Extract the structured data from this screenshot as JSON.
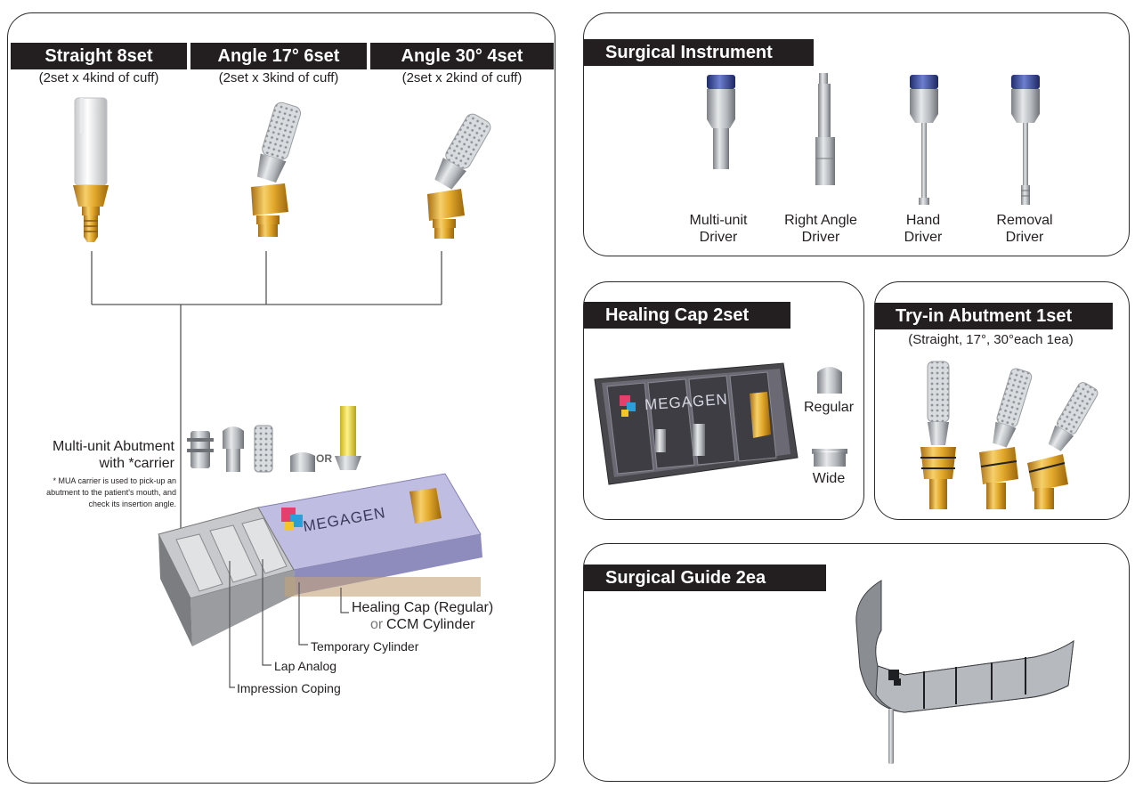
{
  "left_panel": {
    "headers": [
      "Straight 8set",
      "Angle 17° 6set",
      "Angle 30° 4set"
    ],
    "subheaders": [
      "(2set x 4kind of cuff)",
      "(2set x 3kind of cuff)",
      "(2set x 2kind of cuff)"
    ],
    "mua_title_line1": "Multi-unit Abutment",
    "mua_title_line2": "with *carrier",
    "mua_note": "* MUA carrier is used to pick-up an abutment to the patient's mouth, and check its insertion angle.",
    "or_text": "OR",
    "callouts": {
      "healing_line1": "Healing Cap (Regular)",
      "healing_or": "or",
      "healing_line2": "CCM Cylinder",
      "temporary": "Temporary Cylinder",
      "lap_analog": "Lap Analog",
      "impression": "Impression Coping"
    },
    "box_brand": "MEGAGEN"
  },
  "surgical_instrument": {
    "title": "Surgical Instrument",
    "items": [
      {
        "line1": "Multi-unit",
        "line2": "Driver"
      },
      {
        "line1": "Right Angle",
        "line2": "Driver"
      },
      {
        "line1": "Hand",
        "line2": "Driver"
      },
      {
        "line1": "Removal",
        "line2": "Driver"
      }
    ]
  },
  "healing_cap": {
    "title": "Healing Cap 2set",
    "regular": "Regular",
    "wide": "Wide",
    "box_brand": "MEGAGEN"
  },
  "tryin": {
    "title": "Try-in Abutment 1set",
    "subtitle": "(Straight, 17°, 30°each 1ea)"
  },
  "surgical_guide": {
    "title": "Surgical Guide 2ea"
  },
  "colors": {
    "header_bg": "#231f20",
    "gold": "#e0a92a",
    "silver": "#b9bcc0",
    "driver_blue": "#3f4f9c",
    "box_purple": "#9a98c8"
  }
}
